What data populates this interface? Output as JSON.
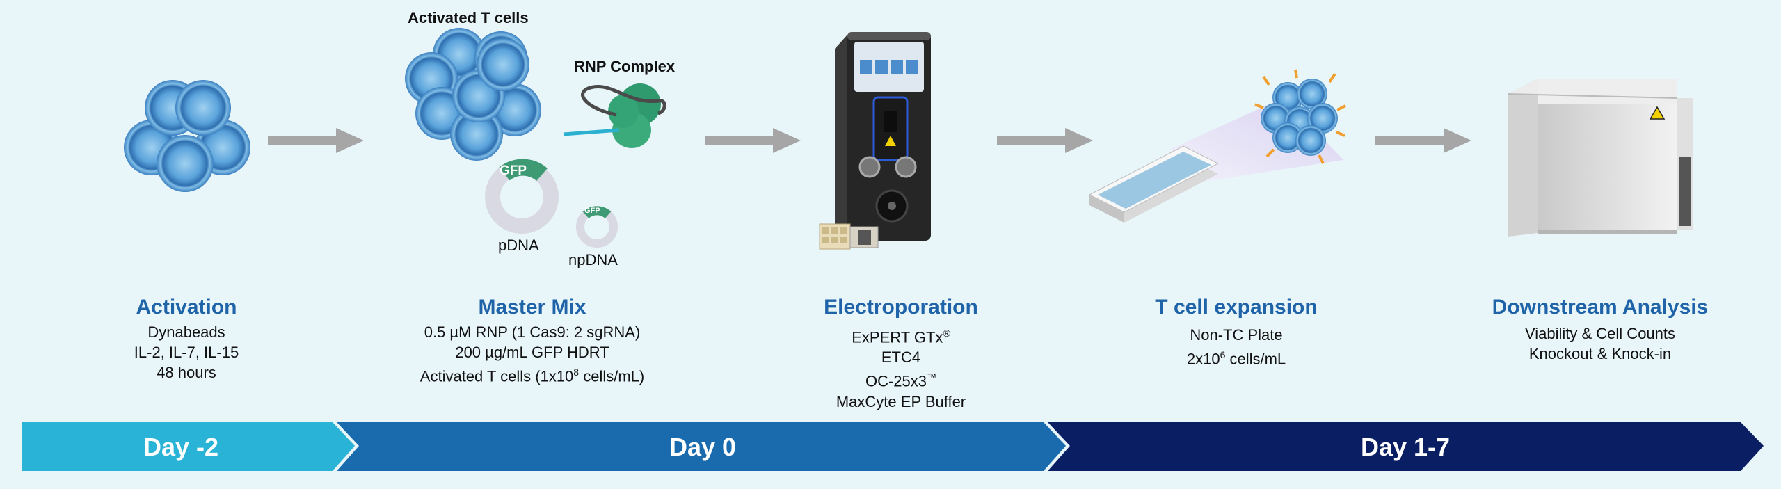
{
  "labels": {
    "activated_t_cells": "Activated T cells",
    "rnp_complex": "RNP Complex",
    "gfp_large": "GFP",
    "gfp_small": "GFP",
    "pdna": "pDNA",
    "npdna": "npDNA"
  },
  "stages": {
    "activation": {
      "title": "Activation",
      "lines": [
        "Dynabeads",
        "IL-2, IL-7, IL-15",
        "48 hours"
      ]
    },
    "master_mix": {
      "title": "Master Mix",
      "line1": "0.5 µM RNP (1 Cas9: 2 sgRNA)",
      "line2": "200 µg/mL GFP HDRT",
      "line3_pre": "Activated T cells (1x10",
      "line3_sup": "8",
      "line3_post": " cells/mL)"
    },
    "electroporation": {
      "title": "Electroporation",
      "line1_pre": "ExPERT GTx",
      "line1_sup": "®",
      "line2": "ETC4",
      "line3_pre": "OC-25x3",
      "line3_sup": "™",
      "line4": "MaxCyte EP Buffer"
    },
    "expansion": {
      "title": "T cell expansion",
      "line1": "Non-TC Plate",
      "line2_pre": "2x10",
      "line2_sup": "6",
      "line2_post": " cells/mL"
    },
    "downstream": {
      "title": "Downstream Analysis",
      "lines": [
        "Viability & Cell Counts",
        "Knockout & Knock-in"
      ]
    }
  },
  "timeline": {
    "segments": [
      {
        "label": "Day -2",
        "color": "#29b3d6"
      },
      {
        "label": "Day 0",
        "color": "#1a6aae"
      },
      {
        "label": "Day 1-7",
        "color": "#0a1f63"
      }
    ]
  },
  "colors": {
    "background": "#e8f5f9",
    "title_blue": "#1f63a8",
    "arrow_gray": "#a6a6a6",
    "cell_blue": "#4a90cc",
    "gfp_green": "#3e9a72",
    "plasmid_gray": "#d9d9e3"
  }
}
